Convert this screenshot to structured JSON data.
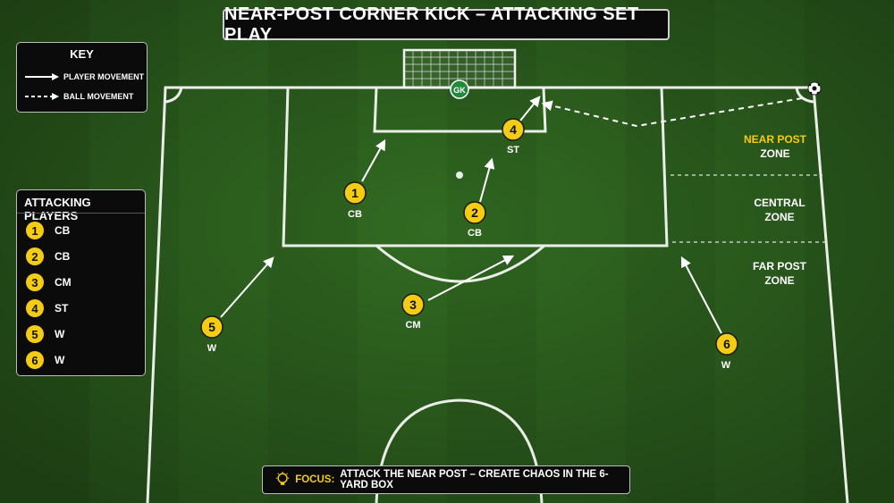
{
  "title": "NEAR-POST CORNER KICK – ATTACKING SET PLAY",
  "key": {
    "title": "KEY",
    "player_movement": "PLAYER MOVEMENT",
    "ball_movement": "BALL MOVEMENT"
  },
  "attacking_players": {
    "title": "ATTACKING PLAYERS",
    "list": [
      {
        "num": "1",
        "role": "CB"
      },
      {
        "num": "2",
        "role": "CB"
      },
      {
        "num": "3",
        "role": "CM"
      },
      {
        "num": "4",
        "role": "ST"
      },
      {
        "num": "5",
        "role": "W"
      },
      {
        "num": "6",
        "role": "W"
      }
    ]
  },
  "goalkeeper": "GK",
  "players_on_pitch": [
    {
      "num": "1",
      "role": "CB"
    },
    {
      "num": "2",
      "role": "CB"
    },
    {
      "num": "3",
      "role": "CM"
    },
    {
      "num": "4",
      "role": "ST"
    },
    {
      "num": "5",
      "role": "W"
    },
    {
      "num": "6",
      "role": "W"
    }
  ],
  "zones": {
    "near_post_line1": "NEAR POST",
    "near_post_line2": "ZONE",
    "central_line1": "CENTRAL",
    "central_line2": "ZONE",
    "far_post_line1": "FAR POST",
    "far_post_line2": "ZONE"
  },
  "focus": {
    "label": "FOCUS:",
    "text": "ATTACK THE NEAR POST – CREATE CHAOS IN THE 6-YARD BOX"
  },
  "colors": {
    "grass_light": "#3c7a2a",
    "grass_dark": "#2f6520",
    "player_badge": "#f5cc14",
    "goalkeeper": "#1f8a3a",
    "accent": "#f5cc14"
  }
}
